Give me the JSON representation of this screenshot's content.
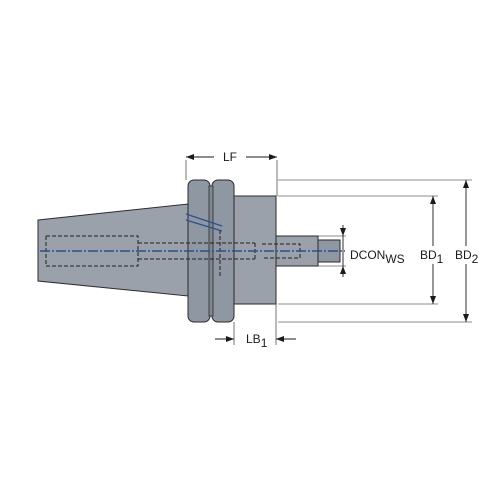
{
  "dimensions": {
    "lf": "LF",
    "lb": "LB",
    "lb_sub": "1",
    "dcon": "DCON",
    "dcon_sub": "WS",
    "bd1": "BD",
    "bd1_sub": "1",
    "bd2": "BD",
    "bd2_sub": "2"
  },
  "colors": {
    "body": "#9aa1ab",
    "outline": "#2a2a2a",
    "coolant_channel": "#2f4f8f"
  }
}
